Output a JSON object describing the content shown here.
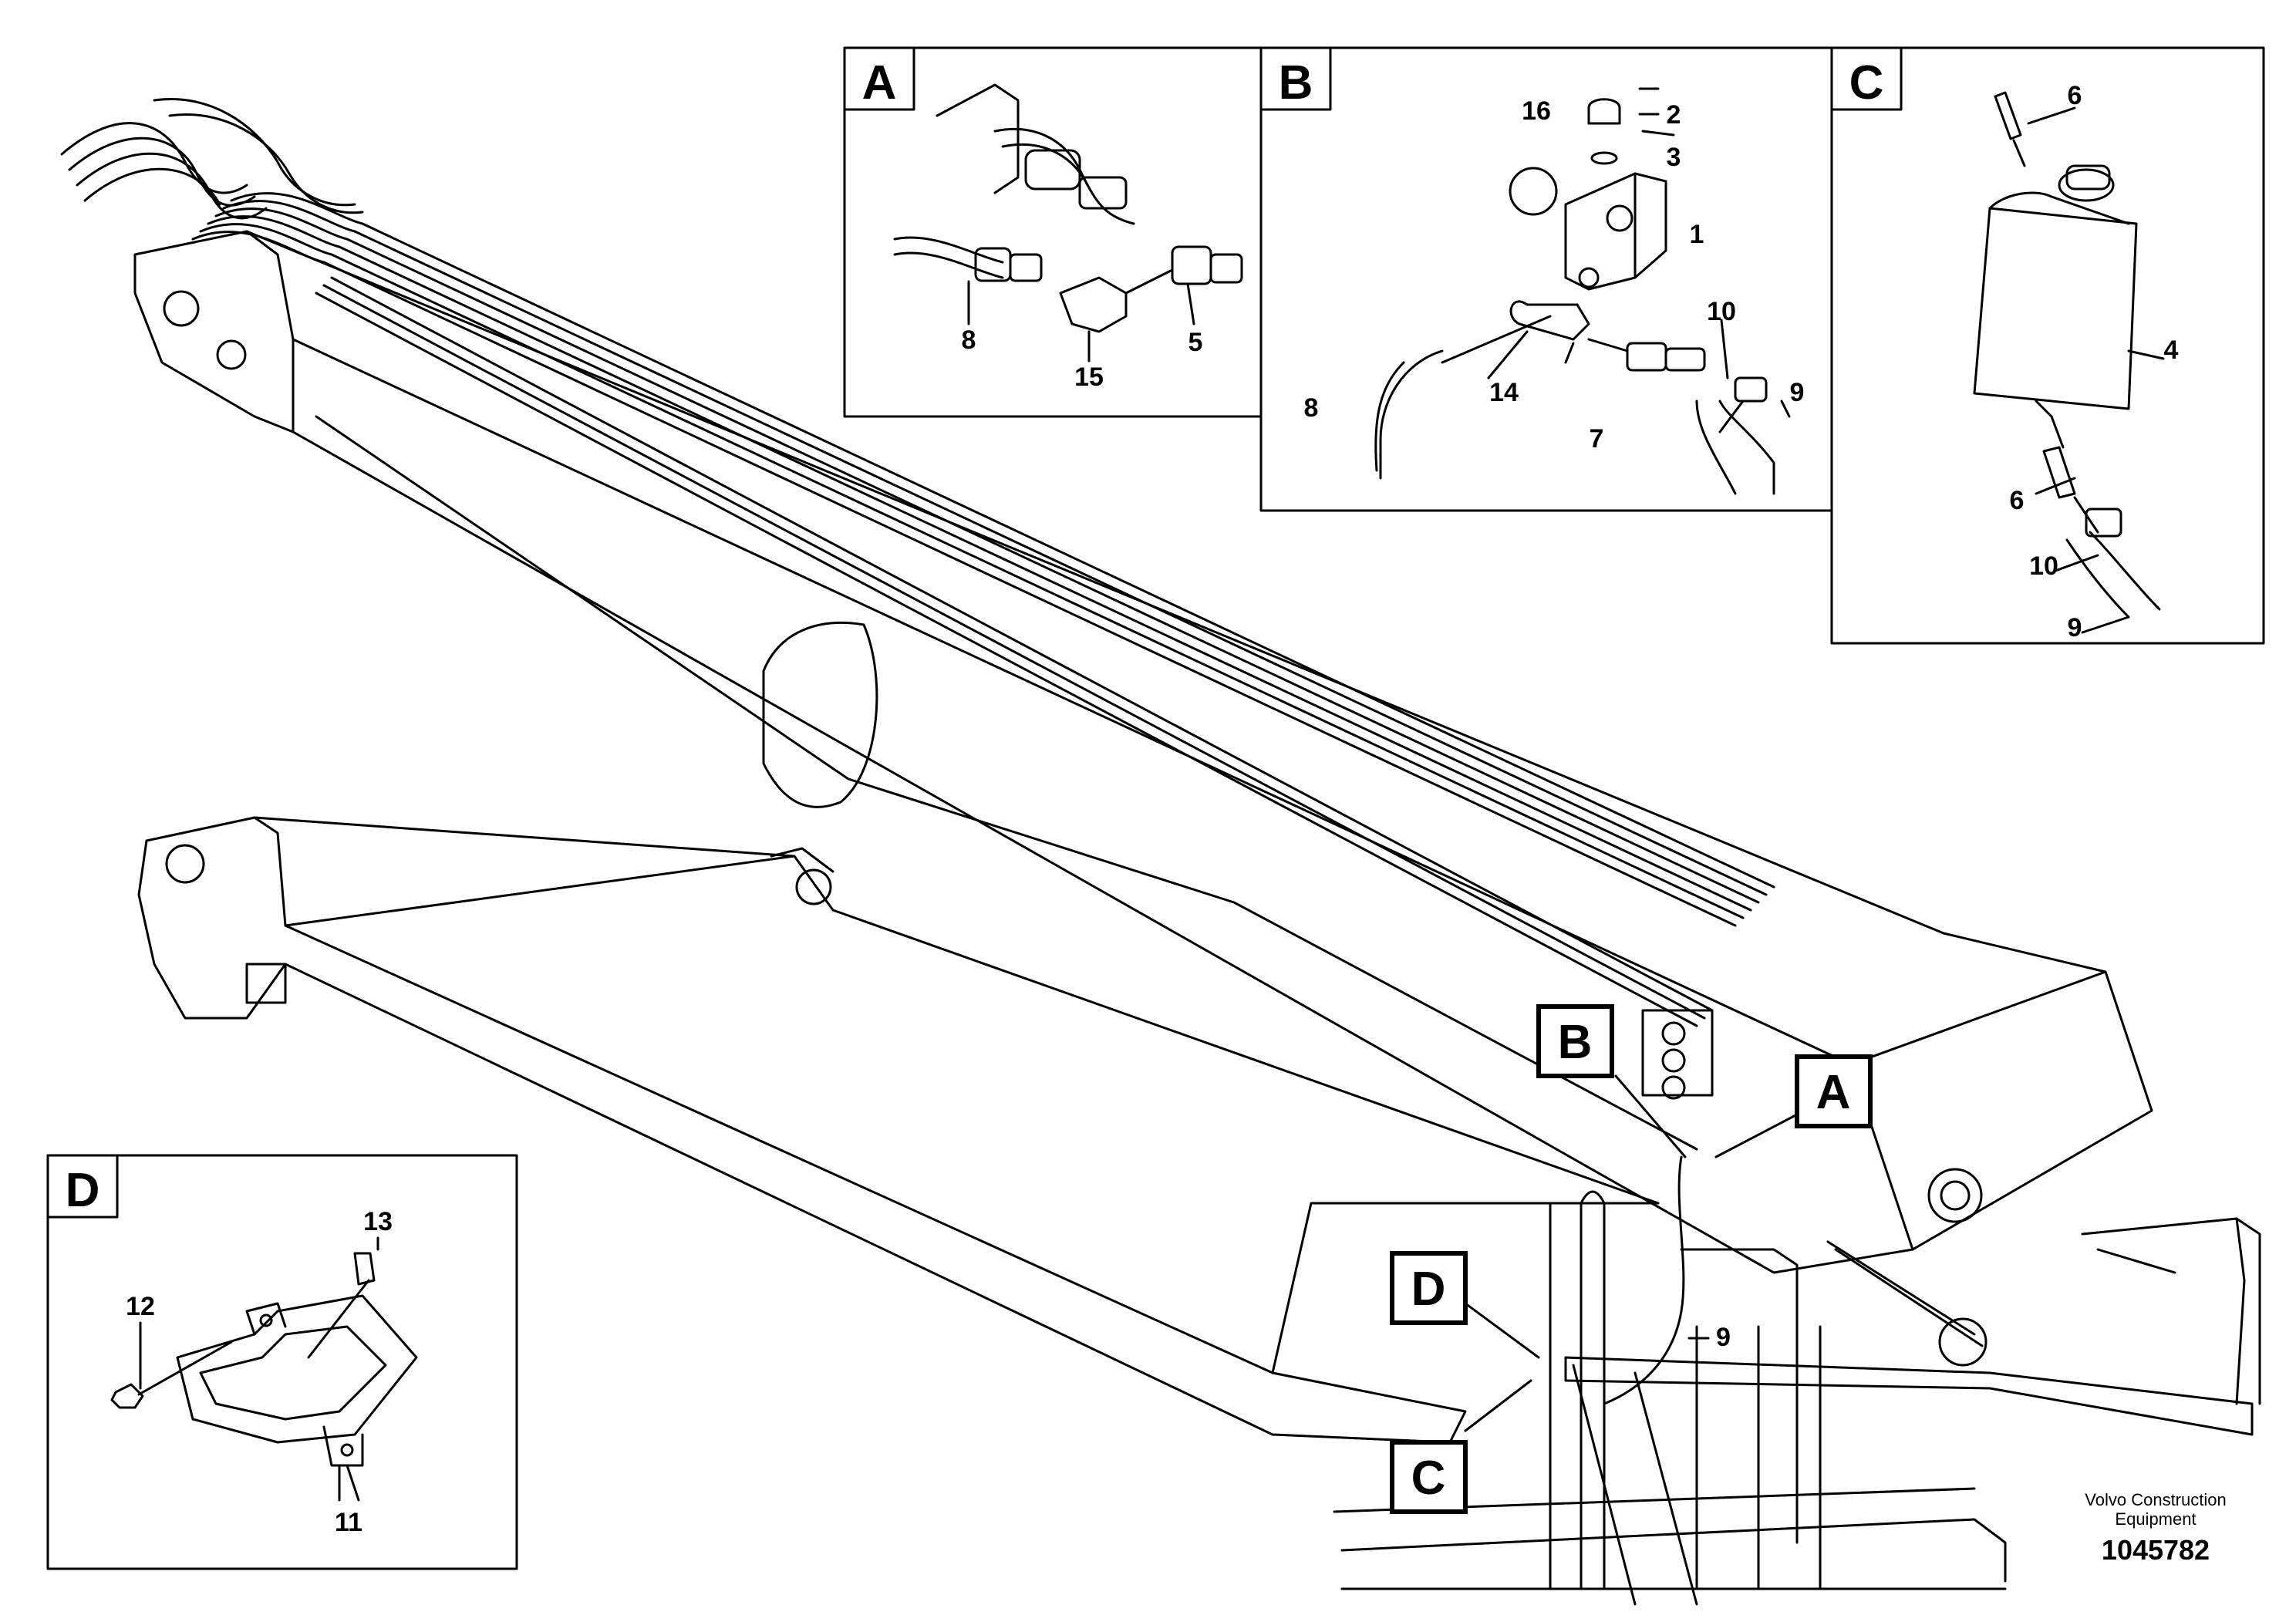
{
  "detail_views": [
    {
      "letter": "A",
      "callouts": [
        "8",
        "15",
        "5"
      ]
    },
    {
      "letter": "B",
      "callouts": [
        "16",
        "2",
        "3",
        "1",
        "10",
        "8",
        "14",
        "7",
        "9"
      ]
    },
    {
      "letter": "C",
      "callouts": [
        "6",
        "4",
        "6",
        "10",
        "9"
      ]
    },
    {
      "letter": "D",
      "callouts": [
        "13",
        "12",
        "11"
      ]
    }
  ],
  "main_view_callouts": {
    "tags": [
      "B",
      "A",
      "D",
      "C"
    ],
    "numbers": [
      "9"
    ]
  },
  "footer": {
    "publisher_line1": "Volvo Construction",
    "publisher_line2": "Equipment",
    "drawing_number": "1045782"
  }
}
